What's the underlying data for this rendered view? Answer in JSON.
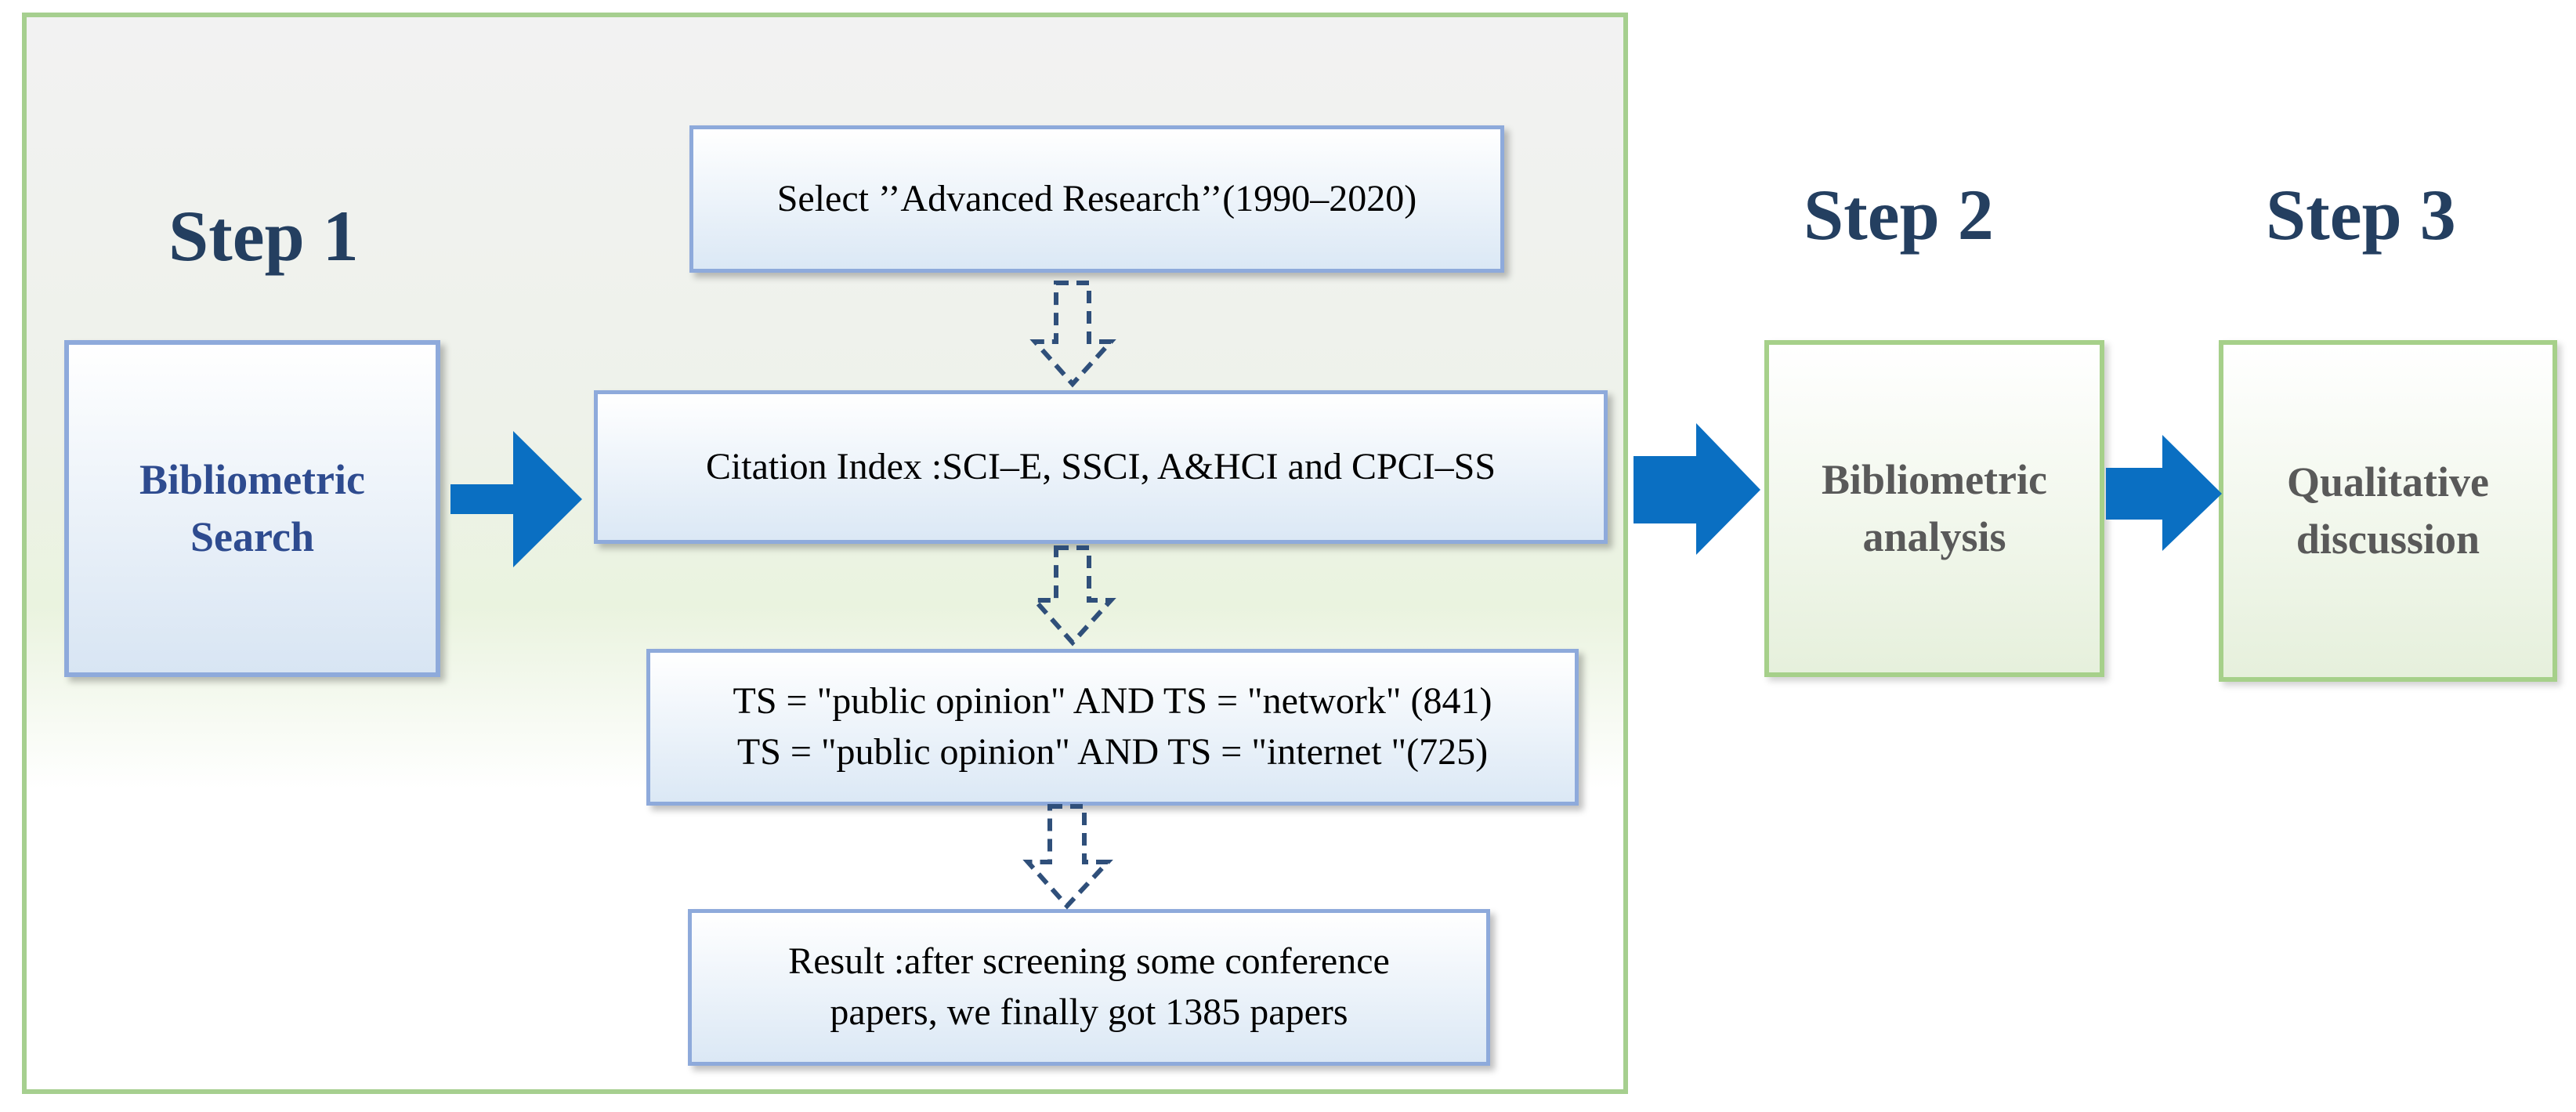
{
  "steps": {
    "step1": "Step 1",
    "step2": "Step 2",
    "step3": "Step 3"
  },
  "bibliometric_search": {
    "line1": "Bibliometric",
    "line2": "Search"
  },
  "flow": {
    "select": "Select ’’Advanced Research’’(1990–2020)",
    "citation": "Citation Index :SCI–E, SSCI, A&HCI and CPCI–SS",
    "query_line1": "TS = \"public opinion\" AND TS = \"network\" (841)",
    "query_line2": "TS = \"public opinion\" AND TS = \"internet \"(725)",
    "result_line1": "Result :after screening some conference",
    "result_line2": "papers, we finally got 1385 papers"
  },
  "analysis": {
    "line1": "Bibliometric",
    "line2": "analysis"
  },
  "discussion": {
    "line1": "Qualitative",
    "line2": "discussion"
  },
  "colors": {
    "arrow_blue": "#0a6fc2",
    "panel_border": "#a6cf8f",
    "box_border_blue": "#8eaadb",
    "box_border_green": "#a6d08a",
    "title_color": "#243f60",
    "dashed_arrow": "#2f4f7a"
  }
}
